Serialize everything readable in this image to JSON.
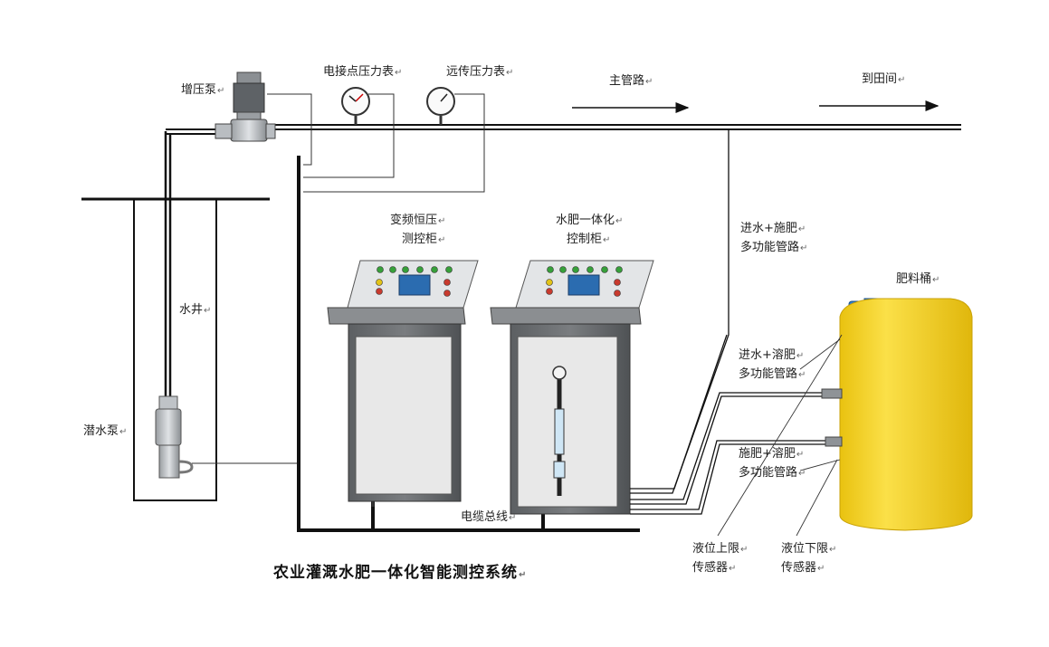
{
  "title": "农业灌溉水肥一体化智能测控系统",
  "labels": {
    "booster_pump": "增压泵",
    "contact_gauge": "电接点压力表",
    "remote_gauge": "远传压力表",
    "main_pipe": "主管路",
    "to_field": "到田间",
    "water_well": "水井",
    "submersible_pump": "潜水泵",
    "vfd_cabinet_1": "变频恒压",
    "vfd_cabinet_2": "测控柜",
    "fert_cabinet_1": "水肥一体化",
    "fert_cabinet_2": "控制柜",
    "inlet_fert_pipe_1": "进水+施肥",
    "inlet_fert_pipe_2": "多功能管路",
    "fert_tank": "肥料桶",
    "inlet_dissolve_1": "进水+溶肥",
    "inlet_dissolve_2": "多功能管路",
    "fert_dissolve_1": "施肥+溶肥",
    "fert_dissolve_2": "多功能管路",
    "cable_bus": "电缆总线",
    "level_upper_1": "液位上限",
    "level_upper_2": "传感器",
    "level_lower_1": "液位下限",
    "level_lower_2": "传感器"
  },
  "paragraph_mark": "↵",
  "colors": {
    "pipe": "#111111",
    "cabinet_body": "#6e7174",
    "cabinet_door": "#e8e8e8",
    "screen": "#2b6cb0",
    "tank": "#f7d51e",
    "tank_lid": "#2f7fd0"
  }
}
